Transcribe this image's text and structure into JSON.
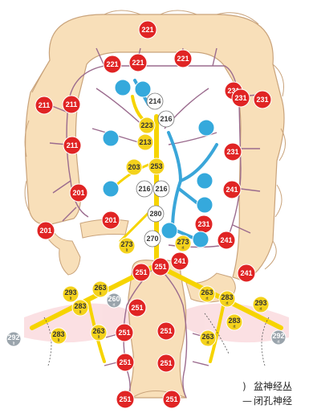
{
  "colors": {
    "colon_fill": "#f8dfb9",
    "colon_stroke": "#c9a37b",
    "vessel": "#9b6b8e",
    "artery_yellow": "#f6d400",
    "nerve_blue": "#3aa6d9",
    "node_red": "#e02424",
    "node_yellow": "#f4d21c",
    "node_blue": "#35a9dc",
    "node_white": "#ffffff",
    "node_gray": "#9aa4ac",
    "pelvic_pink": "#f7c6cc"
  },
  "nodes": [
    {
      "label": "221",
      "type": "red"
    },
    {
      "label": "221",
      "type": "red"
    },
    {
      "label": "221",
      "type": "red"
    },
    {
      "label": "221",
      "type": "red"
    },
    {
      "label": "231",
      "type": "red"
    },
    {
      "label": "231",
      "type": "red"
    },
    {
      "label": "211",
      "type": "red"
    },
    {
      "label": "211",
      "type": "red"
    },
    {
      "label": "211",
      "type": "red"
    },
    {
      "label": "214",
      "type": "white"
    },
    {
      "label": "216",
      "type": "white"
    },
    {
      "label": "223",
      "type": "yellow"
    },
    {
      "label": "213",
      "type": "yellow"
    },
    {
      "label": "203",
      "type": "yellow"
    },
    {
      "label": "253",
      "type": "yellow"
    },
    {
      "label": "216",
      "type": "white"
    },
    {
      "label": "216",
      "type": "white"
    },
    {
      "label": "201",
      "type": "red"
    },
    {
      "label": "201",
      "type": "red"
    },
    {
      "label": "201",
      "type": "red"
    },
    {
      "label": "280",
      "type": "white"
    },
    {
      "label": "270",
      "type": "white"
    },
    {
      "label": "273",
      "type": "yellow",
      "sub": "lt"
    },
    {
      "label": "273",
      "type": "yellow",
      "sub": "rt"
    },
    {
      "label": "251",
      "type": "red"
    },
    {
      "label": "241",
      "type": "red"
    },
    {
      "label": "241",
      "type": "red"
    },
    {
      "label": "241",
      "type": "red"
    },
    {
      "label": "241",
      "type": "red"
    },
    {
      "label": "231",
      "type": "red"
    },
    {
      "label": "231",
      "type": "red"
    },
    {
      "label": "231",
      "type": "red"
    },
    {
      "label": "293",
      "type": "yellow",
      "sub": "lt"
    },
    {
      "label": "293",
      "type": "yellow",
      "sub": "rt"
    },
    {
      "label": "263",
      "type": "yellow",
      "sub": "lt"
    },
    {
      "label": "263",
      "type": "yellow",
      "sub": "rt"
    },
    {
      "label": "260",
      "type": "gray",
      "sub": "rt"
    },
    {
      "label": "283",
      "type": "yellow",
      "sub": "lt"
    },
    {
      "label": "283",
      "type": "yellow",
      "sub": "rt"
    },
    {
      "label": "283",
      "type": "yellow",
      "sub": "lt"
    },
    {
      "label": "283",
      "type": "yellow",
      "sub": "rt"
    },
    {
      "label": "263",
      "type": "yellow",
      "sub": "lt"
    },
    {
      "label": "263",
      "type": "yellow",
      "sub": "rt"
    },
    {
      "label": "292",
      "type": "gray",
      "sub": "lt"
    },
    {
      "label": "292",
      "type": "gray",
      "sub": "rt"
    },
    {
      "label": "251",
      "type": "red"
    },
    {
      "label": "251",
      "type": "red"
    },
    {
      "label": "251",
      "type": "red"
    },
    {
      "label": "251",
      "type": "red"
    },
    {
      "label": "251",
      "type": "red"
    },
    {
      "label": "251",
      "type": "red"
    },
    {
      "label": "251",
      "type": "red"
    },
    {
      "label": "251",
      "type": "red"
    },
    {
      "label": "",
      "type": "blue"
    },
    {
      "label": "",
      "type": "blue"
    },
    {
      "label": "",
      "type": "blue"
    },
    {
      "label": "",
      "type": "blue"
    },
    {
      "label": "",
      "type": "blue"
    },
    {
      "label": "",
      "type": "blue"
    },
    {
      "label": "",
      "type": "blue"
    },
    {
      "label": "",
      "type": "blue"
    },
    {
      "label": "",
      "type": "blue"
    }
  ],
  "legend": {
    "pelvic_plexus": "盆神经丛",
    "obturator_nerve": "闭孔神经"
  }
}
